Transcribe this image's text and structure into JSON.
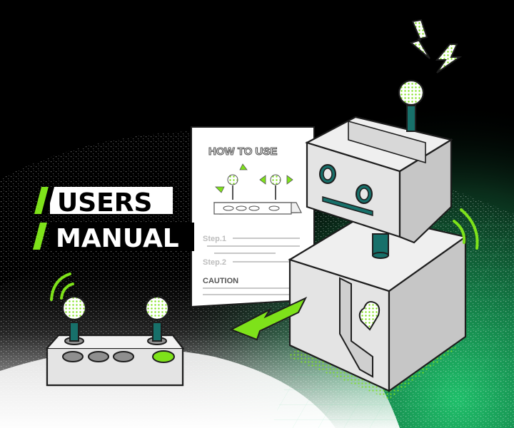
{
  "title": {
    "line1": "USERS",
    "line2": "MANUAL"
  },
  "manual_sheet": {
    "heading": "HOW TO USE",
    "step1": "Step.1",
    "step2": "Step.2",
    "caution": "CAUTION"
  },
  "colors": {
    "accent_green": "#7ee21a",
    "teal": "#17706a",
    "robot_gray": "#d2d2d2",
    "outline": "#1e1e1e",
    "background": "#000000"
  },
  "icons": [
    "lightning-icon",
    "signal-waves-icon",
    "heart-icon",
    "arrow-icon",
    "joystick-icon"
  ]
}
